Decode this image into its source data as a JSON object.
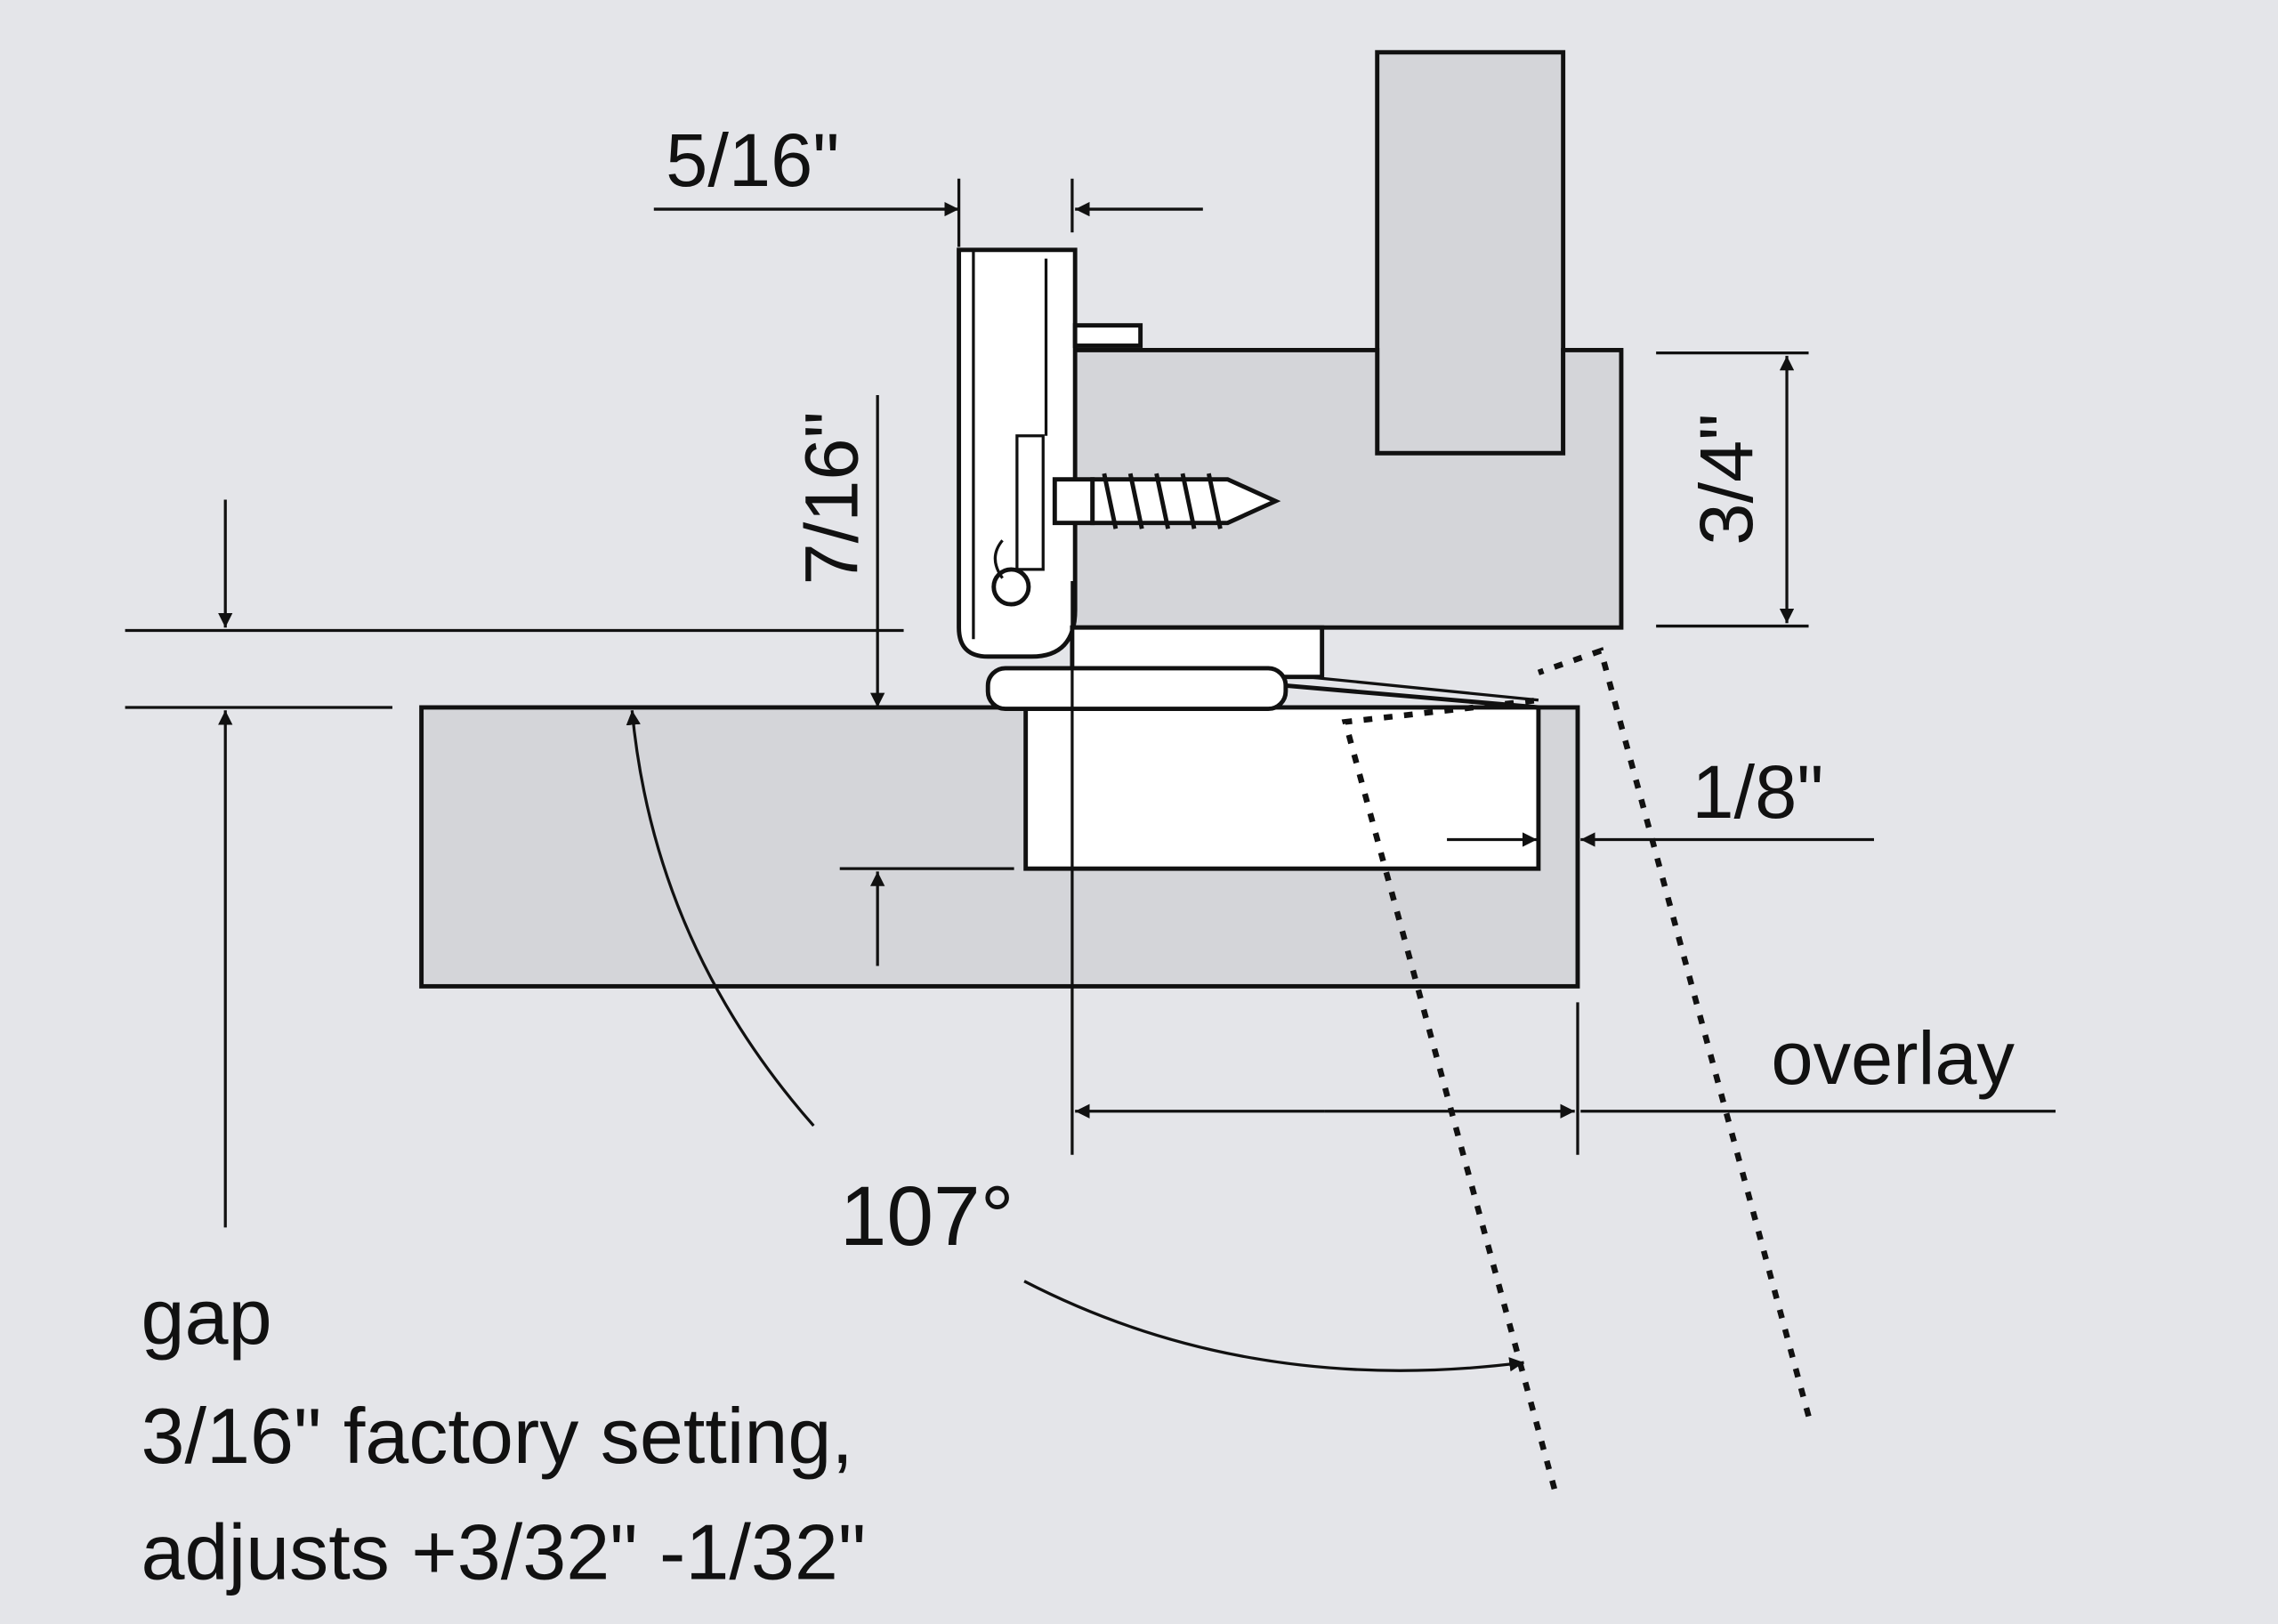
{
  "colors": {
    "background": "#e4e5e9",
    "panel": "#d4d5d9",
    "line": "#111111",
    "hinge": "#ffffff"
  },
  "labels": {
    "dim_5_16": "5/16\"",
    "dim_7_16": "7/16\"",
    "dim_3_4": "3/4\"",
    "dim_1_8": "1/8\"",
    "overlay": "overlay",
    "angle": "107°",
    "gap_title": "gap",
    "gap_line1": "3/16\" factory setting,",
    "gap_line2": "adjusts +3/32\" -1/32\""
  }
}
